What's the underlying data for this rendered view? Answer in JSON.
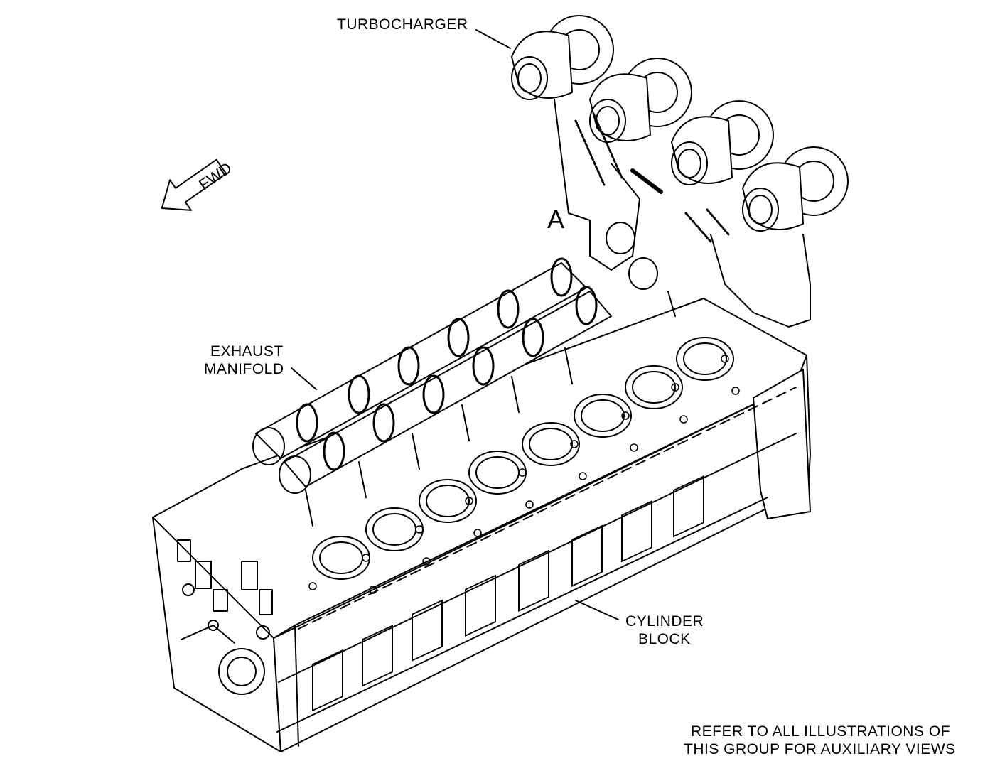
{
  "labels": {
    "turbocharger": "TURBOCHARGER",
    "exhaust_manifold_line1": "EXHAUST",
    "exhaust_manifold_line2": "MANIFOLD",
    "cylinder_block_line1": "CYLINDER",
    "cylinder_block_line2": "BLOCK",
    "view_marker": "A",
    "fwd_arrow": "FWD",
    "note_line1": "REFER TO ALL ILLUSTRATIONS OF",
    "note_line2": "THIS GROUP FOR AUXILIARY VIEWS"
  },
  "colors": {
    "line": "#000000",
    "background": "#ffffff"
  }
}
